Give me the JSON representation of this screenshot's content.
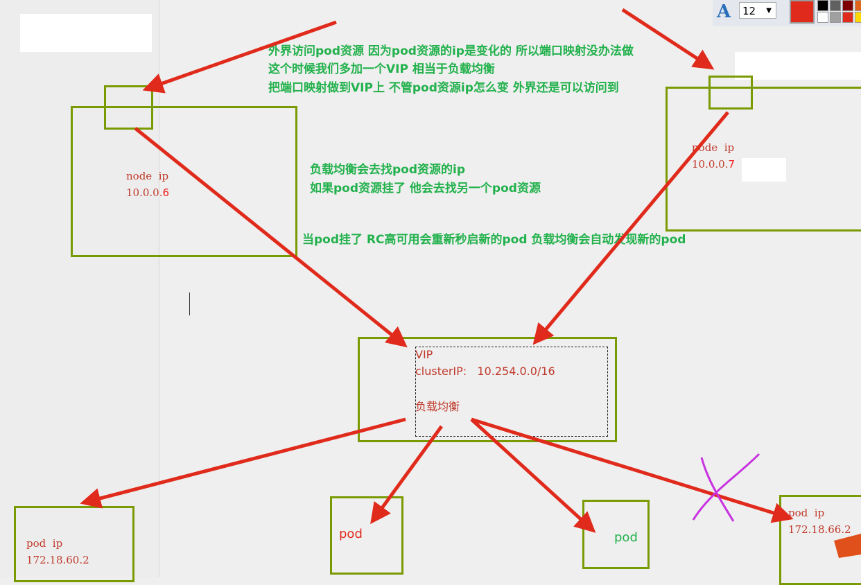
{
  "toolbar": {
    "font_icon": "A",
    "font_size": "12",
    "current_color": "#e02a1b",
    "palette": [
      "#000000",
      "#606060",
      "#7f0000",
      "#e0641b",
      "#ffffff",
      "#a0a0a0",
      "#e02a1b",
      "#ffd800"
    ]
  },
  "notes": {
    "line1": "外界访问pod资源 因为pod资源的ip是变化的 所以端口映射没办法做",
    "line2": "这个时候我们多加一个VIP 相当于负载均衡",
    "line3": "把端口映射做到VIP上 不管pod资源ip怎么变 外界还是可以访问到",
    "lb1": "负载均衡会去找pod资源的ip",
    "lb2": "如果pod资源挂了 他会去找另一个pod资源",
    "rc": "当pod挂了 RC高可用会重新秒启新的pod 负载均衡会自动发现新的pod"
  },
  "node_left": {
    "label": "node  ip",
    "ip": "10.0.0.",
    "ip_suffix": "6"
  },
  "node_right": {
    "label": "node  ip",
    "ip": "10.0.0.",
    "ip_suffix": "7"
  },
  "vip": {
    "title": "VIP",
    "cluster": "clusterIP:   10.254.0.0/16",
    "lb": "负载均衡"
  },
  "pods": {
    "p1_label": "pod  ip",
    "p1_ip": "172.18.60.2",
    "p2": "pod",
    "p3": "pod",
    "p4_label": "pod  ip",
    "p4_ip": "172.18.66.2"
  }
}
